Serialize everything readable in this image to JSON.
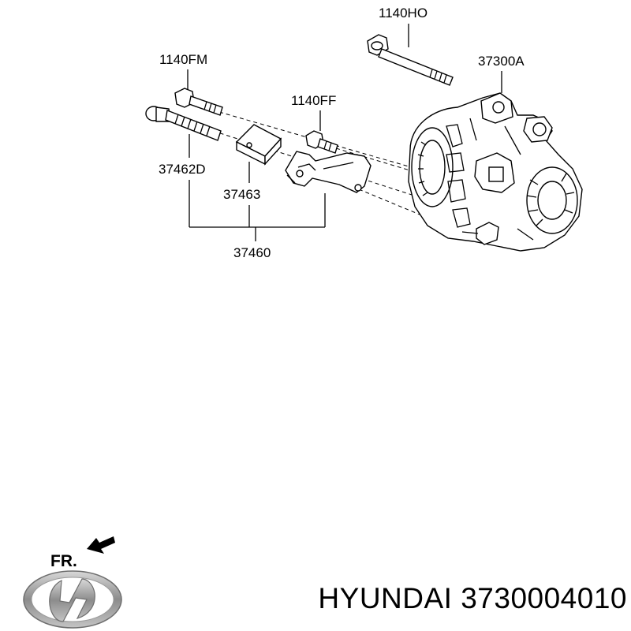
{
  "callouts": {
    "bolt_top": "1140HO",
    "alternator": "37300A",
    "bolt_left": "1140FM",
    "bolt_mid": "1140FF",
    "long_bolt": "37462D",
    "spacer": "37463",
    "bracket_assy": "37460"
  },
  "direction_label": "FR.",
  "brand_caption": "HYUNDAI 3730004010",
  "logo": {
    "brand": "HYUNDAI",
    "icon": "hyundai-logo-icon"
  },
  "colors": {
    "line": "#000000",
    "background": "#ffffff",
    "logo_silver": "#9a9a9a"
  }
}
